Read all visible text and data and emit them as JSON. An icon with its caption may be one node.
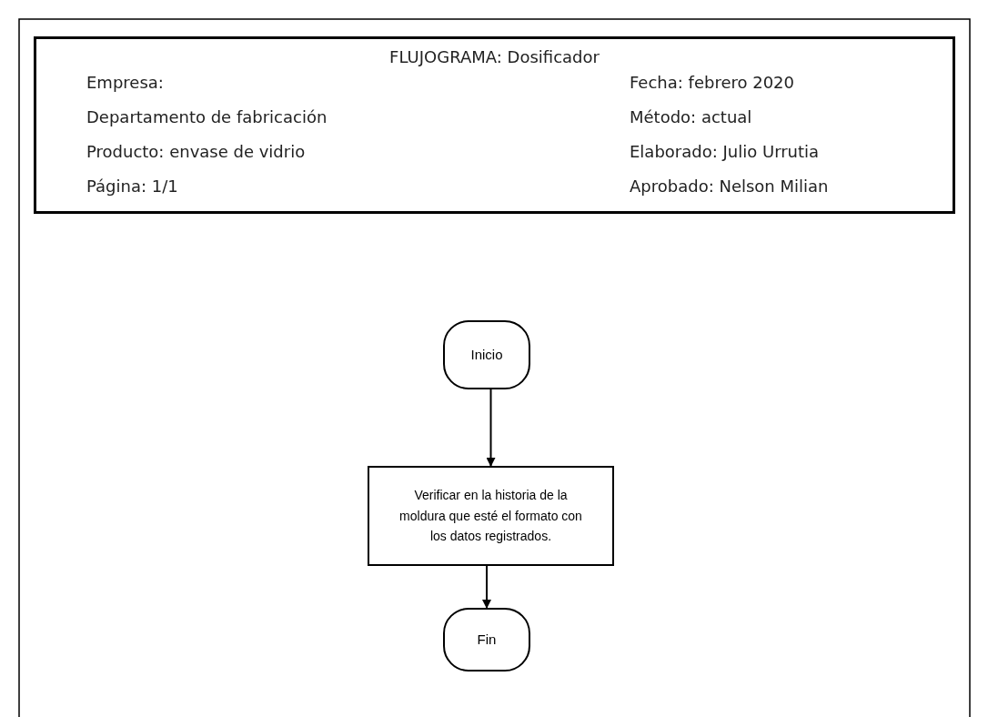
{
  "diagram": {
    "nodes": [
      {
        "text": [
          "FLUJOGRAMA: Dosificador",
          "Empresa:",
          "Fecha: febrero 2020",
          "Departamento de fabricación",
          "Método: actual",
          "Producto: envase de vidrio",
          "Elaborado: Julio Urrutia",
          "Página: 1/1",
          "Aprobado: Nelson Milian"
        ]
      },
      {
        "text": [
          "Inicio"
        ]
      },
      {
        "text": [
          "Verificar en la historia de la moldura que esté el formato con los datos registrados."
        ]
      },
      {
        "text": [
          "Fin"
        ]
      }
    ],
    "edges": [
      {
        "from": 1,
        "to": 2,
        "arrow": "to"
      },
      {
        "from": 2,
        "to": 3,
        "arrow": "to"
      }
    ]
  }
}
